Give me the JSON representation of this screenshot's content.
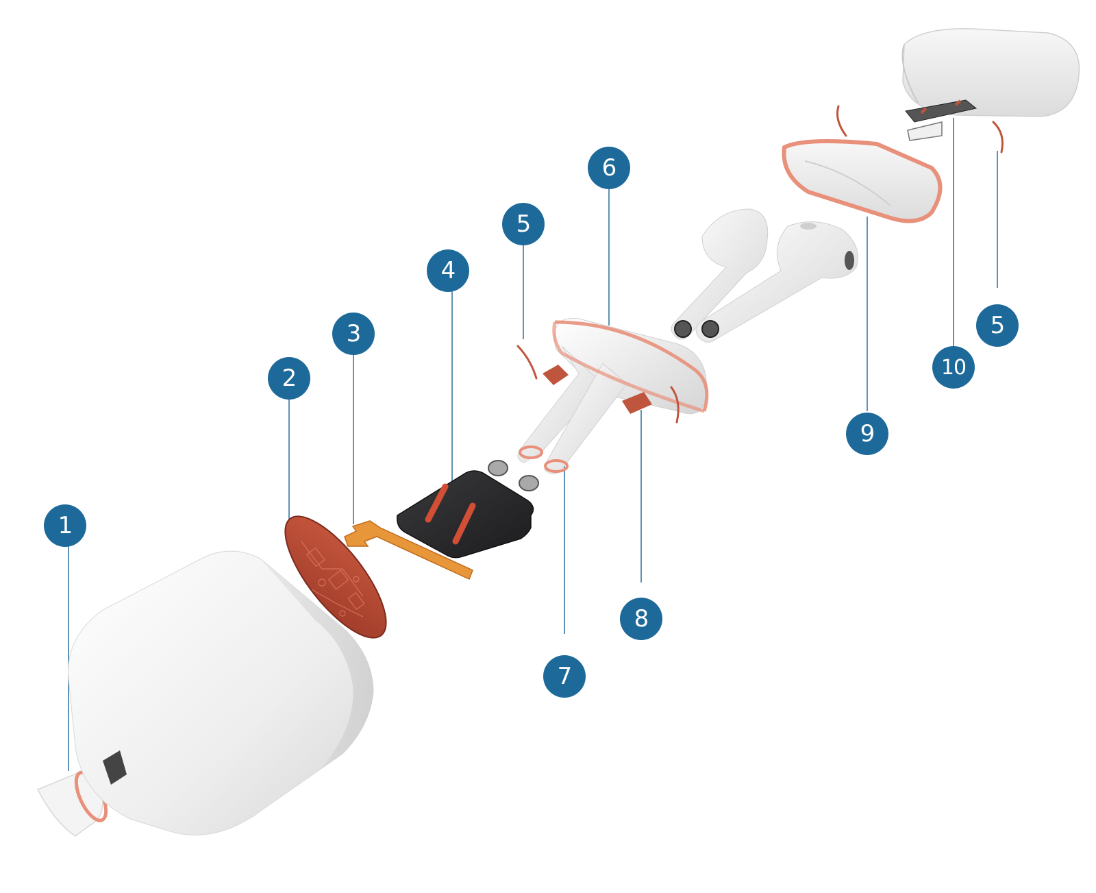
{
  "diagram": {
    "type": "exploded-view",
    "callouts": [
      {
        "id": "c1",
        "number": "1"
      },
      {
        "id": "c2",
        "number": "2"
      },
      {
        "id": "c3",
        "number": "3"
      },
      {
        "id": "c4",
        "number": "4"
      },
      {
        "id": "c5a",
        "number": "5"
      },
      {
        "id": "c6",
        "number": "6"
      },
      {
        "id": "c7",
        "number": "7"
      },
      {
        "id": "c8",
        "number": "8"
      },
      {
        "id": "c9",
        "number": "9"
      },
      {
        "id": "c10",
        "number": "10"
      },
      {
        "id": "c5b",
        "number": "5"
      }
    ]
  },
  "colors": {
    "badge": "#1d6a9a",
    "leader_line": "#2a6f9e",
    "highlight": "#e8907a",
    "copper": "#c0553d",
    "battery": "#2d2d2f",
    "case_white": "#f2f2f2"
  },
  "icons": [
    "earbud-icon",
    "battery-icon",
    "pcb-icon",
    "magnet-icon"
  ]
}
